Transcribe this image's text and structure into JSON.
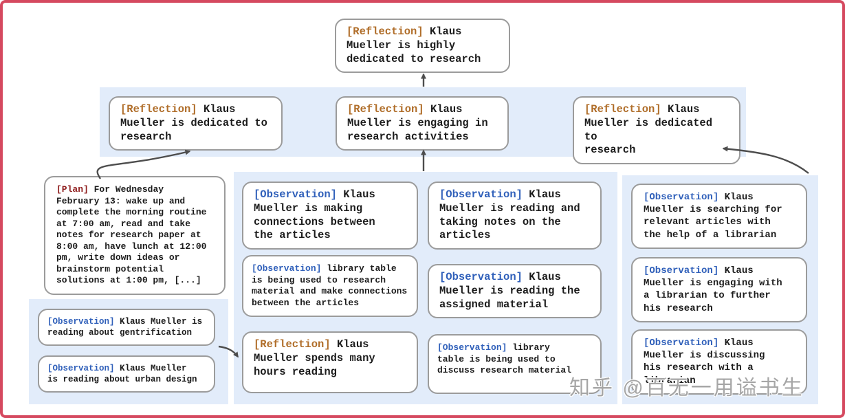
{
  "colors": {
    "frame": "#d5495f",
    "panel_bg": "#e2ecfa",
    "box_border": "#9b9b9b",
    "text": "#1c1c1c",
    "reflection_tag": "#b06e2a",
    "plan_tag": "#8f1d1d",
    "observation_tag": "#3060ba",
    "arrow": "#4d4d4d",
    "watermark": "#a6a6a6"
  },
  "watermark": "知乎 @百无一用谥书生",
  "nodes": {
    "root": {
      "type": "reflection",
      "tag": "[Reflection]",
      "text": "Klaus\nMueller is highly\ndedicated to research"
    },
    "reflection_left": {
      "type": "reflection",
      "tag": "[Reflection]",
      "text": "Klaus\nMueller is dedicated to\nresearch"
    },
    "reflection_mid": {
      "type": "reflection",
      "tag": "[Reflection]",
      "text": "Klaus\nMueller is engaging in\nresearch activities"
    },
    "reflection_right": {
      "type": "reflection",
      "tag": "[Reflection]",
      "text": "Klaus\nMueller is dedicated to\nresearch"
    },
    "plan": {
      "type": "plan",
      "tag": "[Plan]",
      "text": "For Wednesday\nFebruary 13: wake up and\ncomplete the morning routine\nat 7:00 am, read and take\nnotes for research paper at\n8:00 am, have lunch at 12:00\npm, write down ideas or\nbrainstorm potential\nsolutions at 1:00 pm, [...]"
    },
    "obs_gentrification": {
      "type": "observation",
      "tag": "[Observation]",
      "text": "Klaus Mueller is\nreading about gentrification"
    },
    "obs_urban_design": {
      "type": "observation",
      "tag": "[Observation]",
      "text": "Klaus Mueller\nis reading about urban design"
    },
    "obs_connections": {
      "type": "observation",
      "tag": "[Observation]",
      "text": "Klaus\nMueller is making\nconnections between\nthe articles"
    },
    "obs_library_research": {
      "type": "observation",
      "tag": "[Observation]",
      "text": "library table\nis being used to research\nmaterial and make connections\nbetween the articles"
    },
    "reflection_hours": {
      "type": "reflection",
      "tag": "[Reflection]",
      "text": "Klaus\nMueller spends many\nhours reading"
    },
    "obs_taking_notes": {
      "type": "observation",
      "tag": "[Observation]",
      "text": "Klaus\nMueller is reading and\ntaking notes on the\narticles"
    },
    "obs_assigned_material": {
      "type": "observation",
      "tag": "[Observation]",
      "text": "Klaus\nMueller is reading the\nassigned material"
    },
    "obs_library_discuss": {
      "type": "observation",
      "tag": "[Observation]",
      "text": "library\ntable is being used to\ndiscuss research material"
    },
    "obs_searching": {
      "type": "observation",
      "tag": "[Observation]",
      "text": "Klaus\nMueller is searching for\nrelevant articles with\nthe help of a librarian"
    },
    "obs_engaging_librarian": {
      "type": "observation",
      "tag": "[Observation]",
      "text": "Klaus\nMueller is engaging with\na librarian to further\nhis research"
    },
    "obs_discussing": {
      "type": "observation",
      "tag": "[Observation]",
      "text": "Klaus\nMueller is discussing\nhis research with a\nlibrarian"
    }
  }
}
